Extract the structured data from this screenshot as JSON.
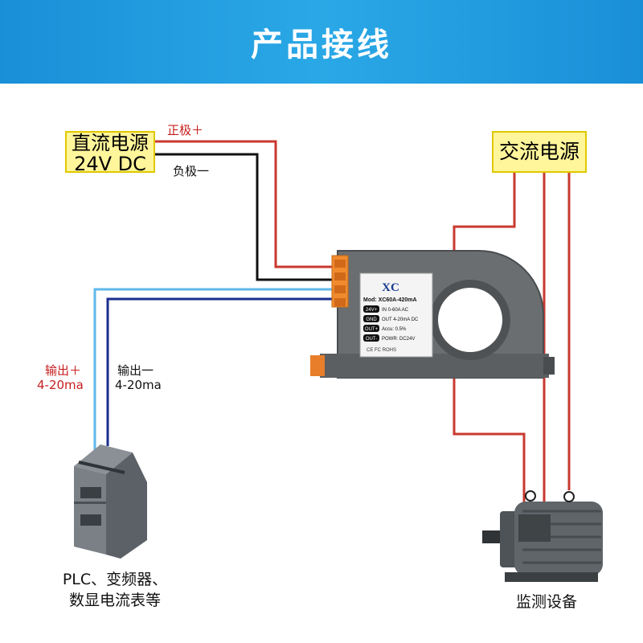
{
  "header": {
    "title": "产品接线"
  },
  "dc_source": {
    "line1": "直流电源",
    "line2": "24V  DC"
  },
  "ac_source": {
    "label": "交流电源"
  },
  "wires": {
    "positive": "正极＋",
    "negative": "负极一",
    "output_positive": "输出＋",
    "output_positive_range": "4-20ma",
    "output_negative": "输出一",
    "output_negative_range": "4-20ma"
  },
  "sensor": {
    "brand": "XC",
    "model": "Mod: XC60A-420mA",
    "rows": [
      {
        "pin": "24V+",
        "spec": "IN  0-60A  AC"
      },
      {
        "pin": "GND",
        "spec": "OUT  4-20mA DC"
      },
      {
        "pin": "OUT+",
        "spec": "Accu:  0.5%"
      },
      {
        "pin": "OUT-",
        "spec": "POWR:  DC24V"
      }
    ],
    "cert": "CE FC ROHS"
  },
  "plc_caption": {
    "line1": "PLC、变频器、",
    "line2": "数显电流表等"
  },
  "motor_caption": "监测设备",
  "colors": {
    "header": "#1f9be0",
    "red_wire": "#c8392f",
    "black_wire": "#111111",
    "light_blue_wire": "#5fb8ea",
    "dark_blue_wire": "#1a2f8f",
    "box_fill": "#fff59a",
    "box_border": "#e0c800"
  }
}
